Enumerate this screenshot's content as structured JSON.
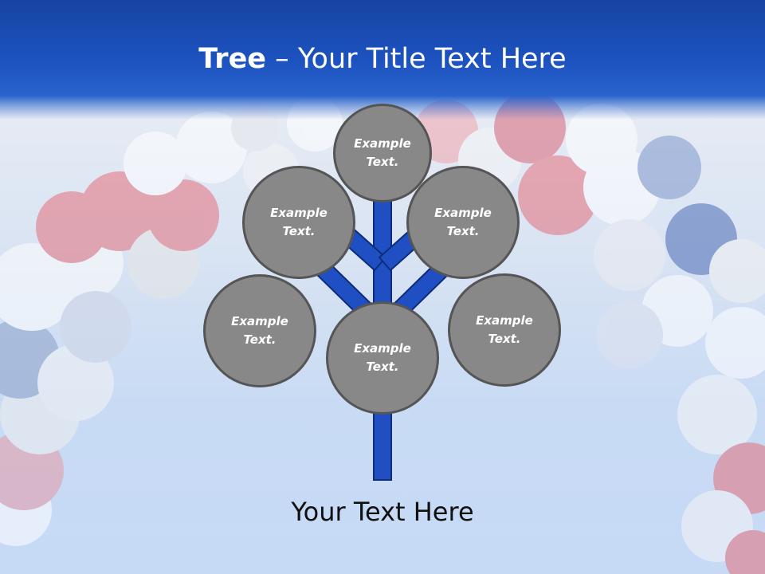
{
  "title": {
    "bold": "Tree",
    "dash": " – ",
    "rest": "Your Title Text Here"
  },
  "nodes": {
    "top": "Example Text.",
    "upper_left": "Example Text.",
    "upper_right": "Example Text.",
    "lower_left": "Example Text.",
    "center": "Example Text.",
    "lower_right": "Example Text."
  },
  "caption": "Your Text Here",
  "colors": {
    "header": "#1c52bf",
    "trunk": "#1f4fc2",
    "node_fill": "#888888",
    "node_border": "#555555"
  }
}
